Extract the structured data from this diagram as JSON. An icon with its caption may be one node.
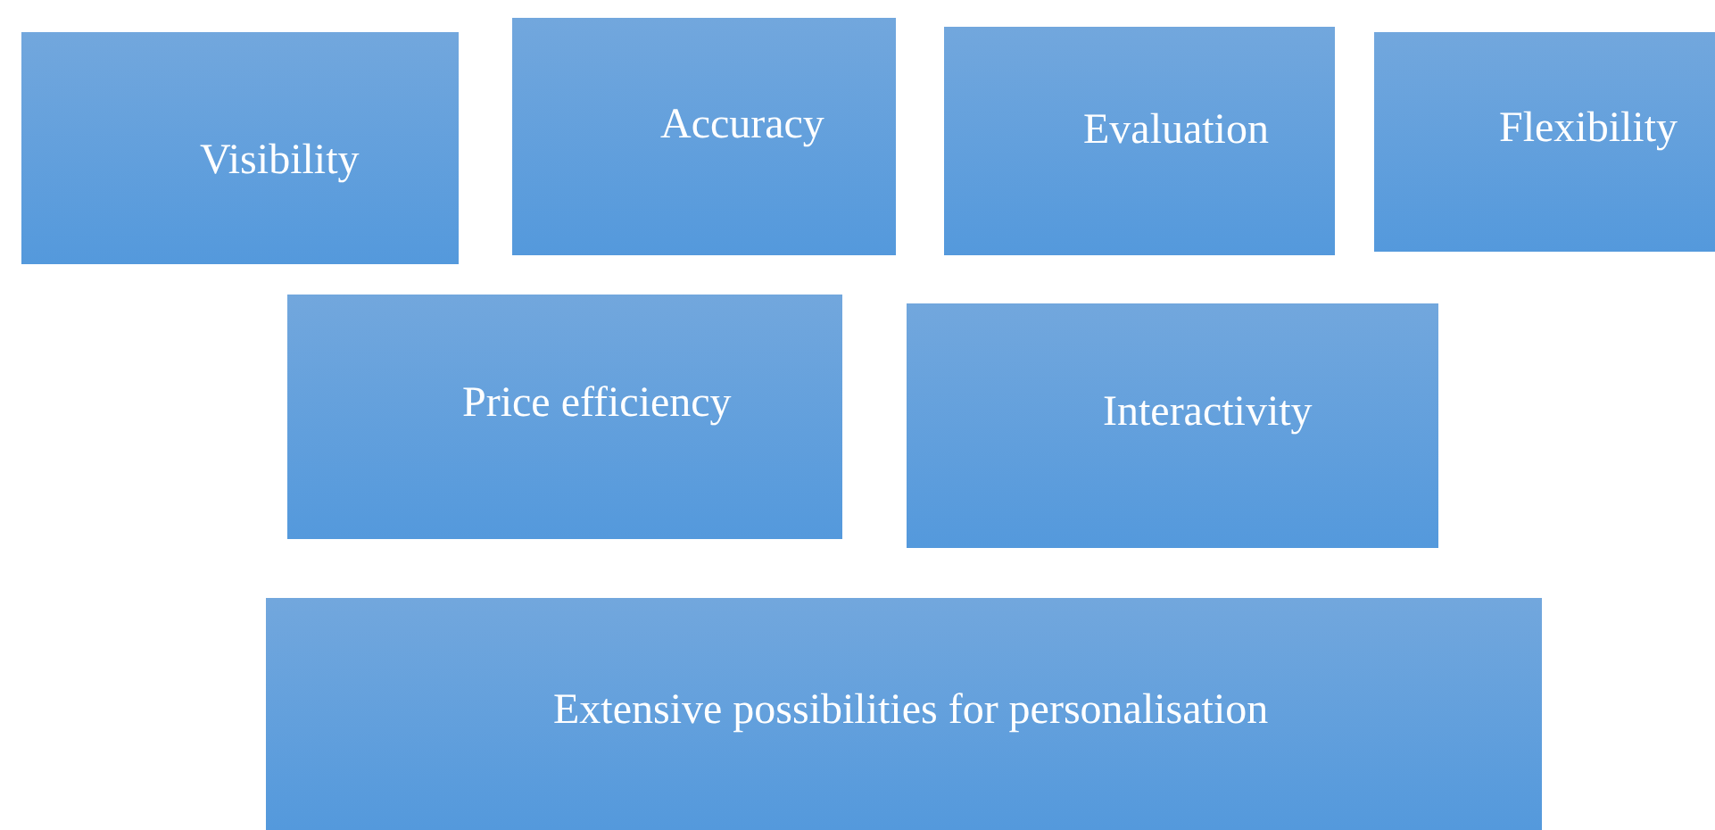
{
  "diagram": {
    "nodes": [
      {
        "text": [
          "Visibility"
        ]
      },
      {
        "text": [
          "Accuracy"
        ]
      },
      {
        "text": [
          "Evaluation"
        ]
      },
      {
        "text": [
          "Flexibility"
        ]
      },
      {
        "text": [
          "Price efficiency"
        ]
      },
      {
        "text": [
          "Interactivity"
        ]
      },
      {
        "text": [
          "Extensive possibilities for personalisation"
        ]
      }
    ]
  }
}
